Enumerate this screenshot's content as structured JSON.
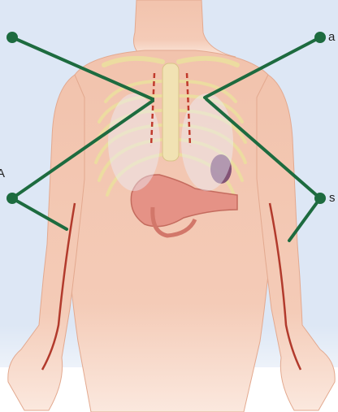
{
  "figure": {
    "background_color": "#dde7f5",
    "line_color": "#1d6b3f",
    "dot_color": "#1d6b3f",
    "edge_letters": {
      "top_right": "a",
      "mid_right": "s",
      "mid_left": "A"
    }
  }
}
